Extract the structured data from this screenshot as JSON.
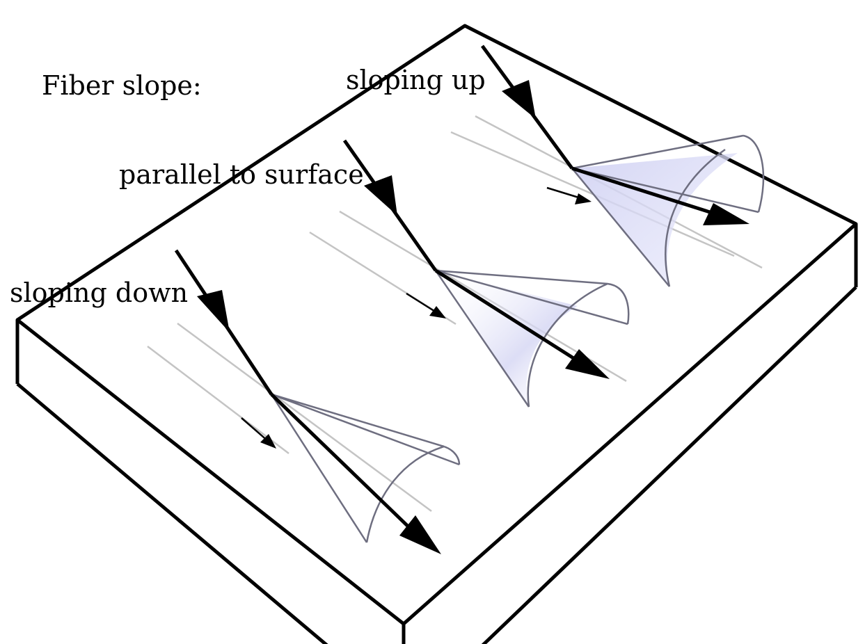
{
  "labels": {
    "title": "Fiber slope:",
    "sloping_up": "sloping up",
    "parallel": "parallel to surface",
    "sloping_down": "sloping down"
  },
  "colors": {
    "outline": "#000000",
    "fiber": "#c4c4c4",
    "cone_edge": "#6e6e80",
    "cone_fill": "#cfd0f2",
    "background": "#ffffff"
  }
}
